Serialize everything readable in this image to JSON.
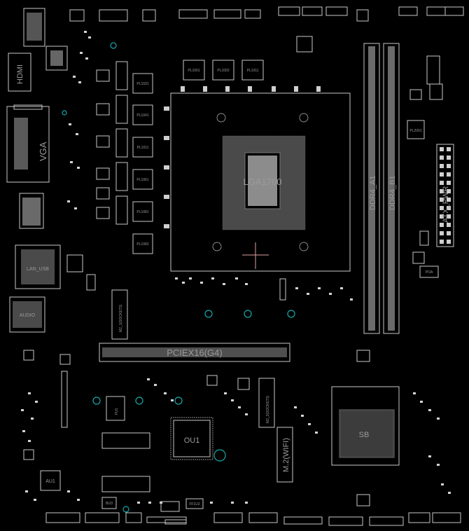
{
  "board": {
    "cpu_socket_label": "LGA1700",
    "crosshair": "cpu-center-mark",
    "labels": {
      "hdmi": "HDMI",
      "vga": "VGA",
      "lan": "LAN_USB",
      "audio": "AUDIO",
      "pciex16": "PCIEX16(G4)",
      "ddr4_1": "DDR4_A1",
      "ddr4_2": "DDR4_B1",
      "atx_pwr": "ATX_PWR",
      "ou1": "OU1",
      "sb": "SB",
      "m2_wifi": "M.2(WIFI)",
      "m2_socket1": "M2_1(SOCKET3)",
      "m2_socket2": "M2_2(SOCKET3)",
      "au1": "AU1",
      "bu3": "BU3",
      "pl1031": "PL1031",
      "pl1041": "PL1041",
      "pl1011": "PL1011",
      "pl1061": "PL1061",
      "pl1081": "PL1081",
      "pl1082": "PL1082",
      "pl1001": "PL1001",
      "pl1002": "PL1002",
      "pl1011b": "PL1011",
      "pl2001": "PL2001",
      "poa": "POA",
      "fu1": "FU1",
      "ff1u2": "FF1U2"
    }
  }
}
